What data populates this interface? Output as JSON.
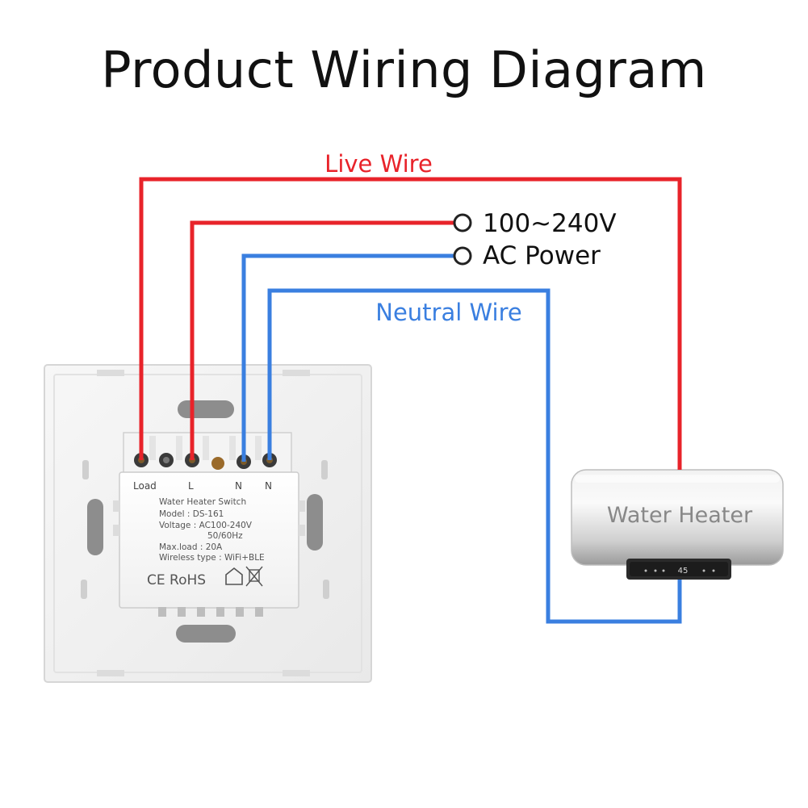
{
  "title": "Product Wiring Diagram",
  "wire_labels": {
    "live": "Live Wire",
    "neutral": "Neutral Wire"
  },
  "power_labels": {
    "voltage": "100~240V",
    "type": "AC Power"
  },
  "terminal_labels": [
    "Load",
    "L",
    "N",
    "N"
  ],
  "device_label": {
    "line1": "Water Heater Switch",
    "line2": "Model : DS-161",
    "line3": "Voltage : AC100-240V",
    "line4": "50/60Hz",
    "line5": "Max.load : 20A",
    "line6": "Wireless type : WiFi+BLE",
    "certs": "CE RoHS"
  },
  "heater": {
    "label": "Water Heater",
    "display": "45"
  },
  "colors": {
    "live": "#e8232a",
    "neutral": "#3a7fe0",
    "text_dark": "#111111"
  }
}
